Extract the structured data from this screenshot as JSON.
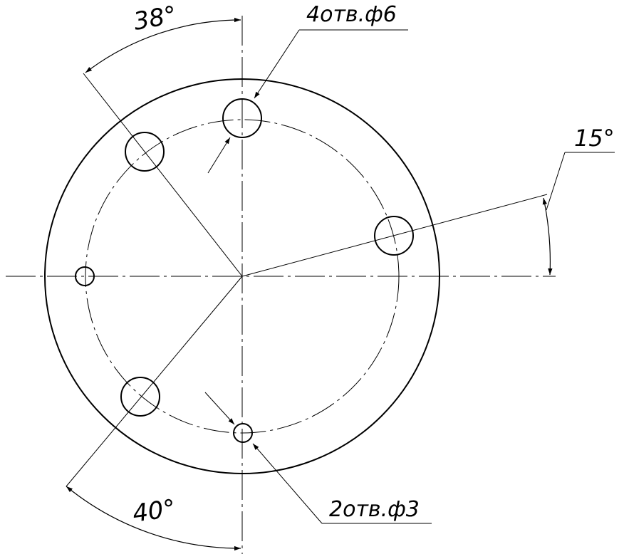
{
  "drawing": {
    "stroke_color": "#000000",
    "background": "#ffffff"
  },
  "labels": {
    "angle_38": "38°",
    "angle_15": "15°",
    "angle_40": "40°",
    "holes_large": "4отв.ф6",
    "holes_small": "2отв.ф3"
  }
}
